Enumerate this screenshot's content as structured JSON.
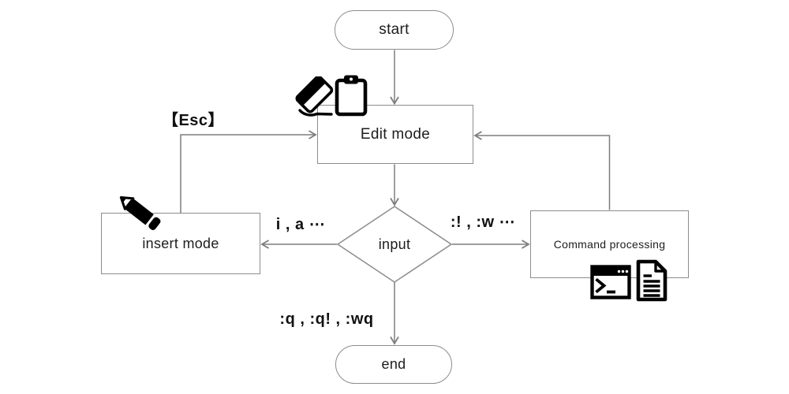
{
  "diagram": {
    "nodes": {
      "start": {
        "label": "start",
        "shape": "rounded"
      },
      "edit_mode": {
        "label": "Edit mode",
        "shape": "rect"
      },
      "insert_mode": {
        "label": "insert mode",
        "shape": "rect"
      },
      "input": {
        "label": "input",
        "shape": "diamond"
      },
      "command_processing": {
        "label": "Command processing",
        "shape": "rect"
      },
      "end": {
        "label": "end",
        "shape": "rounded"
      }
    },
    "edge_labels": {
      "esc": "【Esc】",
      "insert_keys": "i , a ⋯",
      "command_keys": ":! , :w ⋯",
      "quit_keys": ":q , :q! , :wq"
    },
    "edges": [
      {
        "from": "start",
        "to": "edit_mode"
      },
      {
        "from": "edit_mode",
        "to": "input"
      },
      {
        "from": "input",
        "to": "insert_mode",
        "label": "i , a ⋯"
      },
      {
        "from": "input",
        "to": "command_processing",
        "label": ":! , :w ⋯"
      },
      {
        "from": "input",
        "to": "end",
        "label": ":q , :q! , :wq"
      },
      {
        "from": "insert_mode",
        "to": "edit_mode",
        "label": "【Esc】"
      },
      {
        "from": "command_processing",
        "to": "edit_mode"
      }
    ],
    "icons": {
      "edit_mode": [
        "eraser-icon",
        "clipboard-icon"
      ],
      "insert_mode": [
        "pencil-icon"
      ],
      "command_processing": [
        "terminal-icon",
        "document-icon"
      ]
    },
    "colors": {
      "background": "#ffffff",
      "line": "#7d7d7d",
      "node_border": "#8c8c8c",
      "node_text": "#1d1d1f",
      "label_text": "#111111",
      "icon": "#000000"
    }
  }
}
